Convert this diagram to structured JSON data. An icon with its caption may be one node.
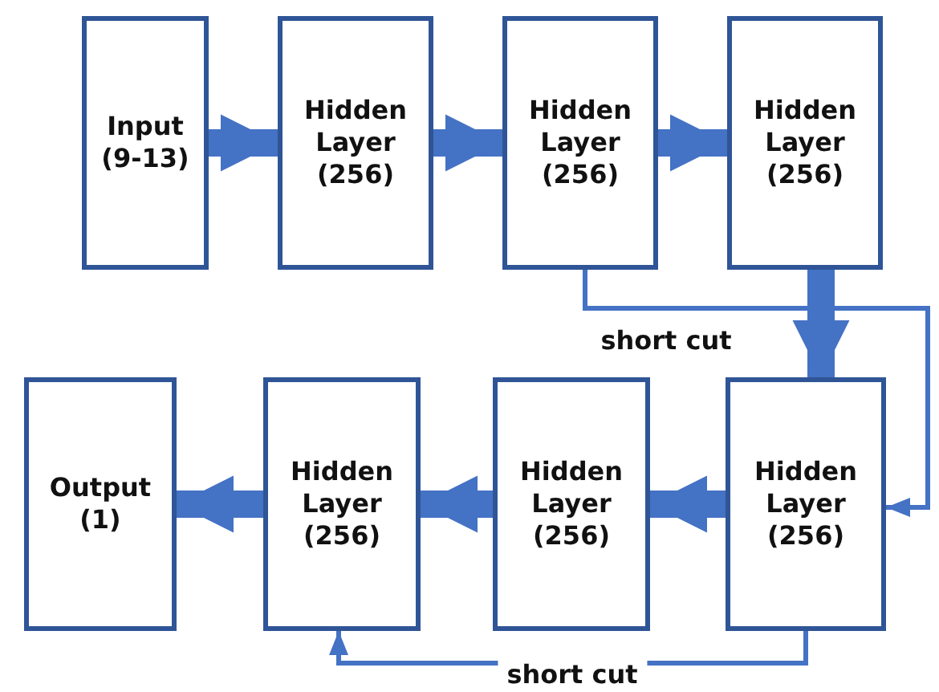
{
  "diagram": {
    "nodes": [
      {
        "text": [
          "Input (9-13)"
        ]
      },
      {
        "text": [
          "Hidden Layer (256)"
        ]
      },
      {
        "text": [
          "Hidden Layer (256)"
        ]
      },
      {
        "text": [
          "Hidden Layer (256)"
        ]
      },
      {
        "text": [
          "Output (1)"
        ]
      },
      {
        "text": [
          "Hidden Layer (256)"
        ]
      },
      {
        "text": [
          "Hidden Layer (256)"
        ]
      },
      {
        "text": [
          "Hidden Layer (256)"
        ]
      }
    ],
    "edges": [
      {
        "from": 0,
        "to": 1,
        "arrow": "to"
      },
      {
        "from": 1,
        "to": 2,
        "arrow": "to"
      },
      {
        "from": 2,
        "to": 3,
        "arrow": "to"
      },
      {
        "from": 3,
        "to": 7,
        "arrow": "to"
      },
      {
        "from": 7,
        "to": 6,
        "arrow": "to"
      },
      {
        "from": 6,
        "to": 5,
        "arrow": "to"
      },
      {
        "from": 5,
        "to": 4,
        "arrow": "to"
      },
      {
        "from": 2,
        "to": 7,
        "arrow": "to",
        "label": "short cut"
      },
      {
        "from": 7,
        "to": 5,
        "arrow": "to",
        "label": "short cut"
      }
    ]
  }
}
